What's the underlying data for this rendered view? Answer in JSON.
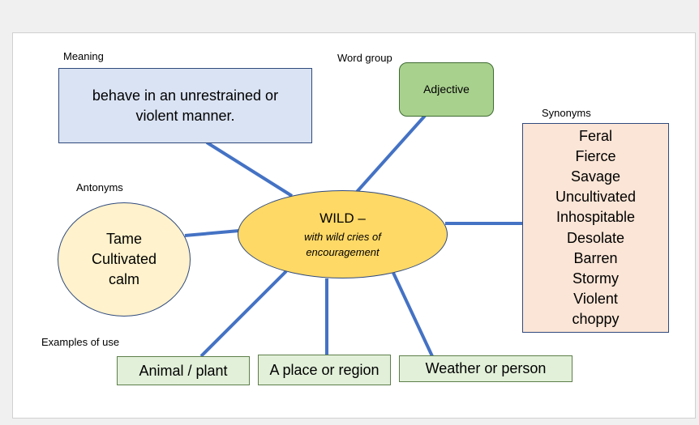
{
  "labels": {
    "meaning": "Meaning",
    "word_group": "Word group",
    "synonyms": "Synonyms",
    "antonyms": "Antonyms",
    "examples": "Examples of use"
  },
  "meaning": {
    "lines": [
      "behave in an unrestrained or",
      "violent manner."
    ]
  },
  "word_group": {
    "value": "Adjective"
  },
  "center": {
    "title": "WILD –",
    "subtitle_lines": [
      "with wild cries of",
      "encouragement"
    ]
  },
  "synonyms": [
    "Feral",
    "Fierce",
    "Savage",
    "Uncultivated",
    "Inhospitable",
    "Desolate",
    "Barren",
    "Stormy",
    "Violent",
    "choppy"
  ],
  "antonyms": [
    "Tame",
    "Cultivated",
    "calm"
  ],
  "examples": [
    "Animal / plant",
    "A place or region",
    "Weather or person"
  ],
  "colors": {
    "meaning_fill": "#dae3f3",
    "word_group_fill": "#a9d18e",
    "synonyms_fill": "#fbe5d6",
    "antonyms_fill": "#fff2cc",
    "center_fill": "#ffd966",
    "examples_fill": "#e2f0d9",
    "connector": "#4472c4"
  }
}
